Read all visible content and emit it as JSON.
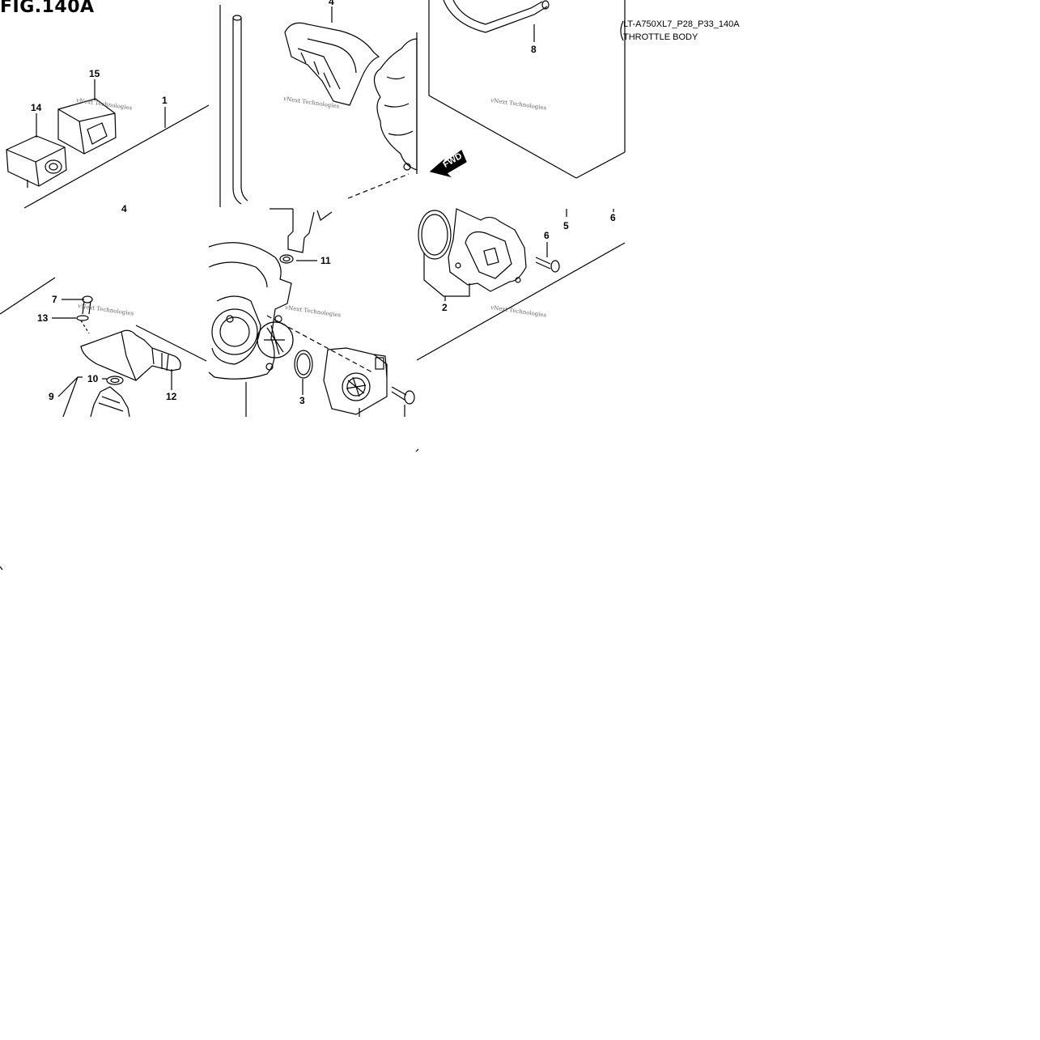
{
  "figure": {
    "title": "FIG.140A",
    "code": "LT-A750XL7_P28_P33_140A",
    "name": "THROTTLE BODY"
  },
  "watermark": "vNext Technologies",
  "fwd_label": "FWD",
  "callouts": {
    "c1": "1",
    "c2": "2",
    "c3": "3",
    "c4a": "4",
    "c4b": "4",
    "c5": "5",
    "c6a": "6",
    "c6b": "6",
    "c7": "7",
    "c8": "8",
    "c9": "9",
    "c10": "10",
    "c11": "11",
    "c12": "12",
    "c13": "13",
    "c14": "14",
    "c15": "15"
  },
  "colors": {
    "line": "#000000",
    "watermark": "#666666",
    "background": "#ffffff"
  }
}
